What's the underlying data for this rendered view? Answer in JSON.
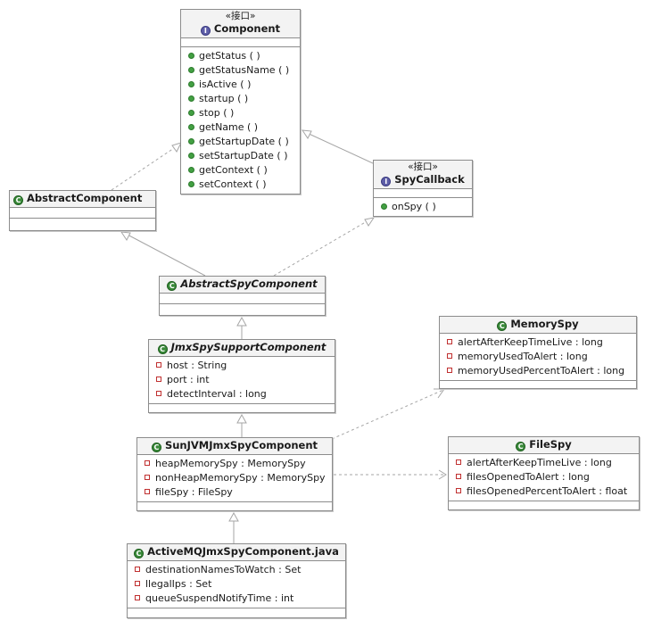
{
  "classes": {
    "component": {
      "stereotype": "«接口»",
      "name": "Component",
      "methods": [
        "getStatus ( )",
        "getStatusName ( )",
        "isActive ( )",
        "startup ( )",
        "stop ( )",
        "getName ( )",
        "getStartupDate ( )",
        "setStartupDate ( )",
        "getContext ( )",
        "setContext ( )"
      ]
    },
    "spy_callback": {
      "stereotype": "«接口»",
      "name": "SpyCallback",
      "methods": [
        "onSpy ( )"
      ]
    },
    "abstract_component": {
      "name": "AbstractComponent"
    },
    "abstract_spy_component": {
      "name": "AbstractSpyComponent"
    },
    "jmx_spy_support_component": {
      "name": "JmxSpySupportComponent",
      "fields": [
        "host : String",
        "port : int",
        "detectInterval : long"
      ]
    },
    "memory_spy": {
      "name": "MemorySpy",
      "fields": [
        "alertAfterKeepTimeLive : long",
        "memoryUsedToAlert : long",
        "memoryUsedPercentToAlert : long"
      ]
    },
    "sun_jvm_jmx_spy_component": {
      "name": "SunJVMJmxSpyComponent",
      "fields": [
        "heapMemorySpy : MemorySpy",
        "nonHeapMemorySpy : MemorySpy",
        "fileSpy : FileSpy"
      ]
    },
    "file_spy": {
      "name": "FileSpy",
      "fields": [
        "alertAfterKeepTimeLive : long",
        "filesOpenedToAlert : long",
        "filesOpenedPercentToAlert : float"
      ]
    },
    "activemq_jmx_spy_component": {
      "name": "ActiveMQJmxSpyComponent.java",
      "fields": [
        "destinationNamesToWatch : Set",
        "llegalIps : Set",
        "queueSuspendNotifyTime : int"
      ]
    }
  },
  "colors": {
    "class_icon": "#3a8a3a",
    "interface_icon": "#5e5ea8",
    "line": "#a6a6a6",
    "visibility_private": "#c03030",
    "visibility_public": "#43a043"
  }
}
